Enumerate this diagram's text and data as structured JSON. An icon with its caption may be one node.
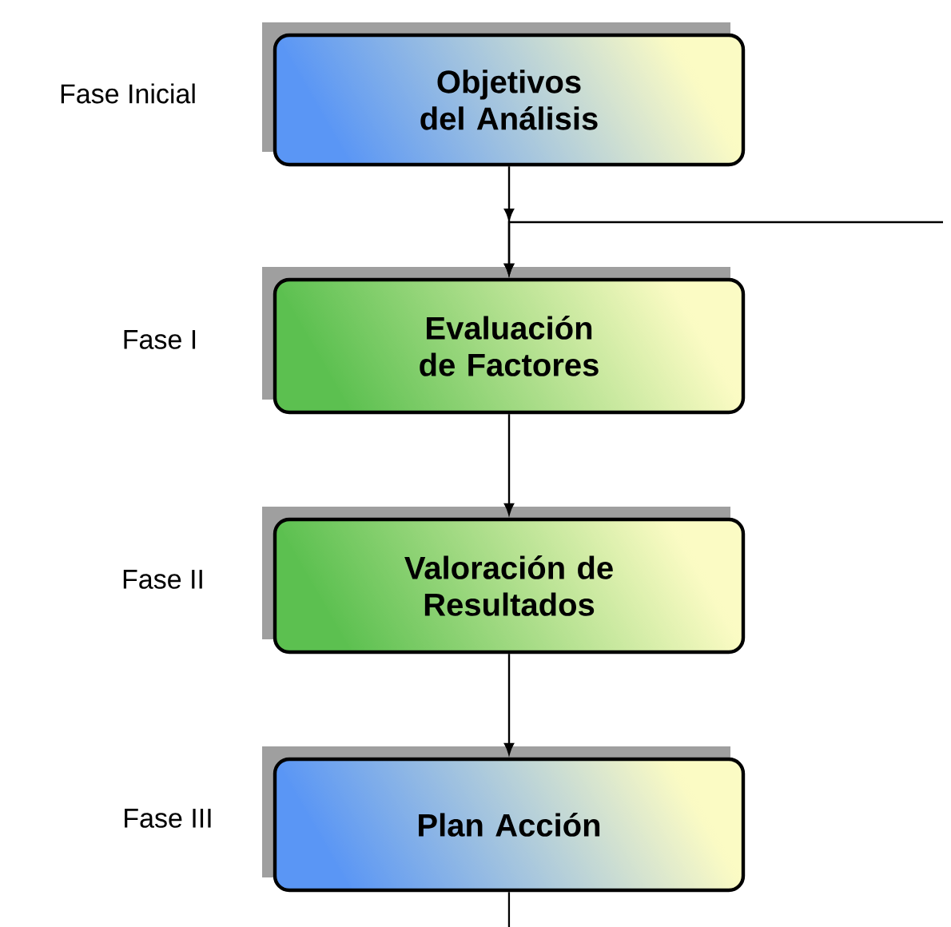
{
  "diagram": {
    "nodes": [
      {
        "text": [
          "Objetivos del Análisis"
        ],
        "beside": [
          "Fase Inicial"
        ]
      },
      {
        "text": [
          "Evaluación de Factores"
        ],
        "beside": [
          "Fase I"
        ]
      },
      {
        "text": [
          "Valoración de Resultados"
        ],
        "beside": [
          "Fase II"
        ]
      },
      {
        "text": [
          "Plan Acción"
        ],
        "beside": [
          "Fase III"
        ]
      }
    ],
    "edges": [
      {
        "from": 0,
        "to": 1,
        "arrow": "to"
      },
      {
        "from": 1,
        "to": 2,
        "arrow": "to"
      },
      {
        "from": 2,
        "to": 3,
        "arrow": "to"
      },
      {
        "from": null,
        "to": 1,
        "arrow": "to"
      },
      {
        "from": 3,
        "to": null,
        "arrow": "none"
      }
    ]
  }
}
